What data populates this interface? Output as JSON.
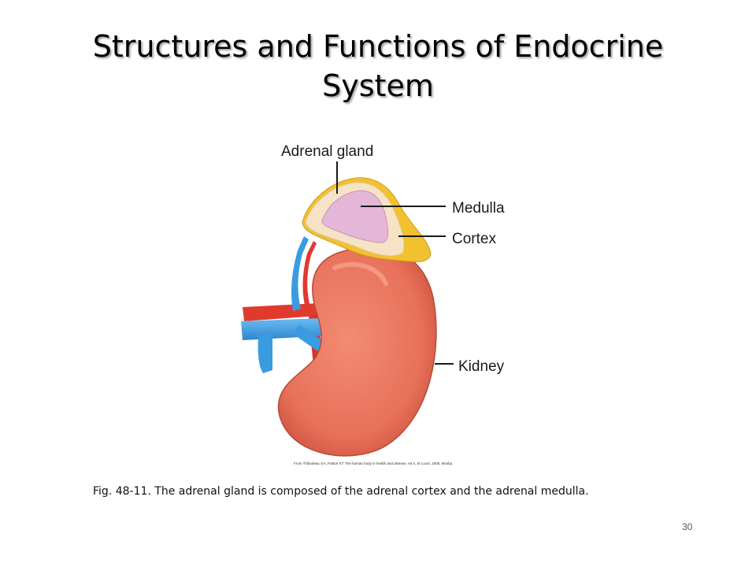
{
  "slide": {
    "title_line1": "Structures and Functions of Endocrine",
    "title_line2": "System",
    "caption": "Fig. 48-11. The adrenal gland is composed of the adrenal cortex and the adrenal medulla.",
    "page_number": "30"
  },
  "figure": {
    "labels": {
      "adrenal_gland": "Adrenal gland",
      "medulla": "Medulla",
      "cortex": "Cortex",
      "kidney": "Kidney"
    },
    "credit": "From Thibodeau GA, Patton KT: The human body in health and disease, ed 4, St Louis, 2005, Mosby.",
    "colors": {
      "kidney": "#e8715a",
      "cortex": "#f2c12e",
      "gland_outer": "#f6e3c6",
      "medulla": "#e4b7d8",
      "artery": "#e03a2e",
      "vein": "#3a9be0"
    }
  }
}
